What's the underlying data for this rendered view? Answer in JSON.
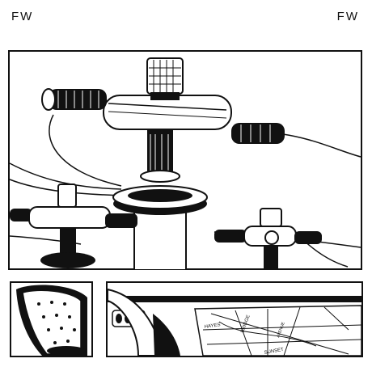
{
  "header": {
    "left_mark": "FW",
    "right_mark": "FW"
  },
  "map_labels": {
    "street_a": "HAYES",
    "street_b": "BRIDGE",
    "street_c": "AVENUE",
    "street_d": "SUNSET"
  },
  "colors": {
    "ink": "#111111",
    "paper": "#ffffff"
  }
}
